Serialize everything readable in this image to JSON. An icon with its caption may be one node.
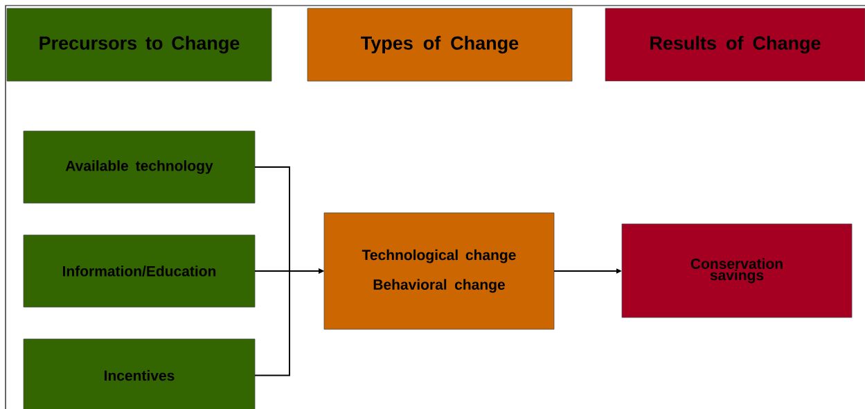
{
  "diagram": {
    "nodes": [
      {
        "text": [
          "Precursors to Change"
        ]
      },
      {
        "text": [
          "Types of Change"
        ]
      },
      {
        "text": [
          "Results of Change"
        ]
      },
      {
        "text": [
          "Available technology"
        ]
      },
      {
        "text": [
          "Information/Education"
        ]
      },
      {
        "text": [
          "Incentives"
        ]
      },
      {
        "text": [
          "Technological change",
          "Behavioral change"
        ]
      },
      {
        "text": [
          "Conservation savings"
        ]
      }
    ],
    "edges": [
      {
        "from": 3,
        "to": 6,
        "arrow": "to"
      },
      {
        "from": 4,
        "to": 6,
        "arrow": "to"
      },
      {
        "from": 5,
        "to": 6,
        "arrow": "to"
      },
      {
        "from": 6,
        "to": 7,
        "arrow": "to"
      }
    ]
  }
}
